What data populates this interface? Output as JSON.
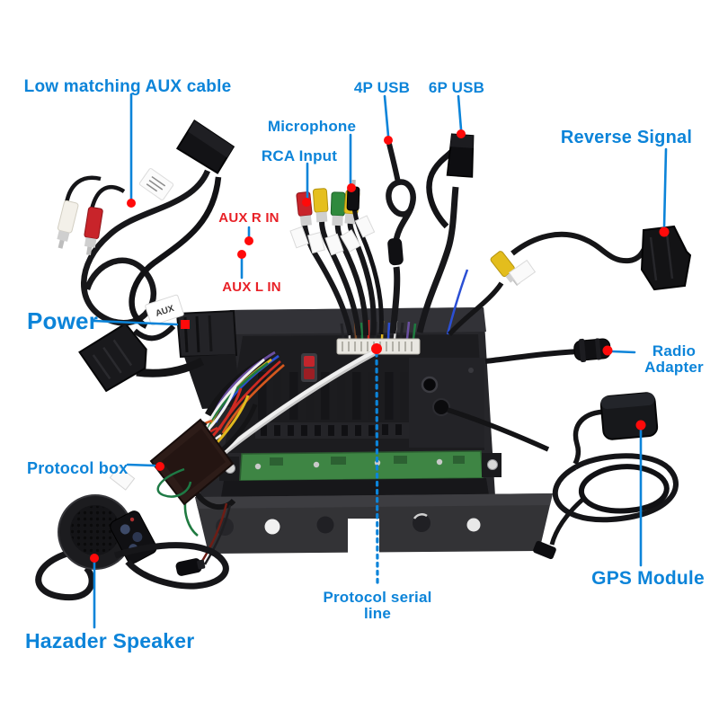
{
  "colors": {
    "background": "#ffffff",
    "label_blue": "#0c84d9",
    "label_red": "#e82127",
    "marker_red": "#ff0a0a"
  },
  "labels": {
    "aux_cable": "Low matching AUX cable",
    "microphone": "Microphone",
    "rca_input": "RCA Input",
    "usb_4p": "4P USB",
    "usb_6p": "6P USB",
    "reverse_signal": "Reverse Signal",
    "aux_r_in": "AUX R IN",
    "aux_l_in": "AUX L IN",
    "power": "Power",
    "radio_adapter_line1": "Radio",
    "radio_adapter_line2": "Adapter",
    "protocol_box": "Protocol box",
    "gps_module": "GPS Module",
    "protocol_serial_line1": "Protocol serial",
    "protocol_serial_line2": "line",
    "hazader_speaker": "Hazader Speaker"
  },
  "part_tags": {
    "aux": "AUX"
  }
}
